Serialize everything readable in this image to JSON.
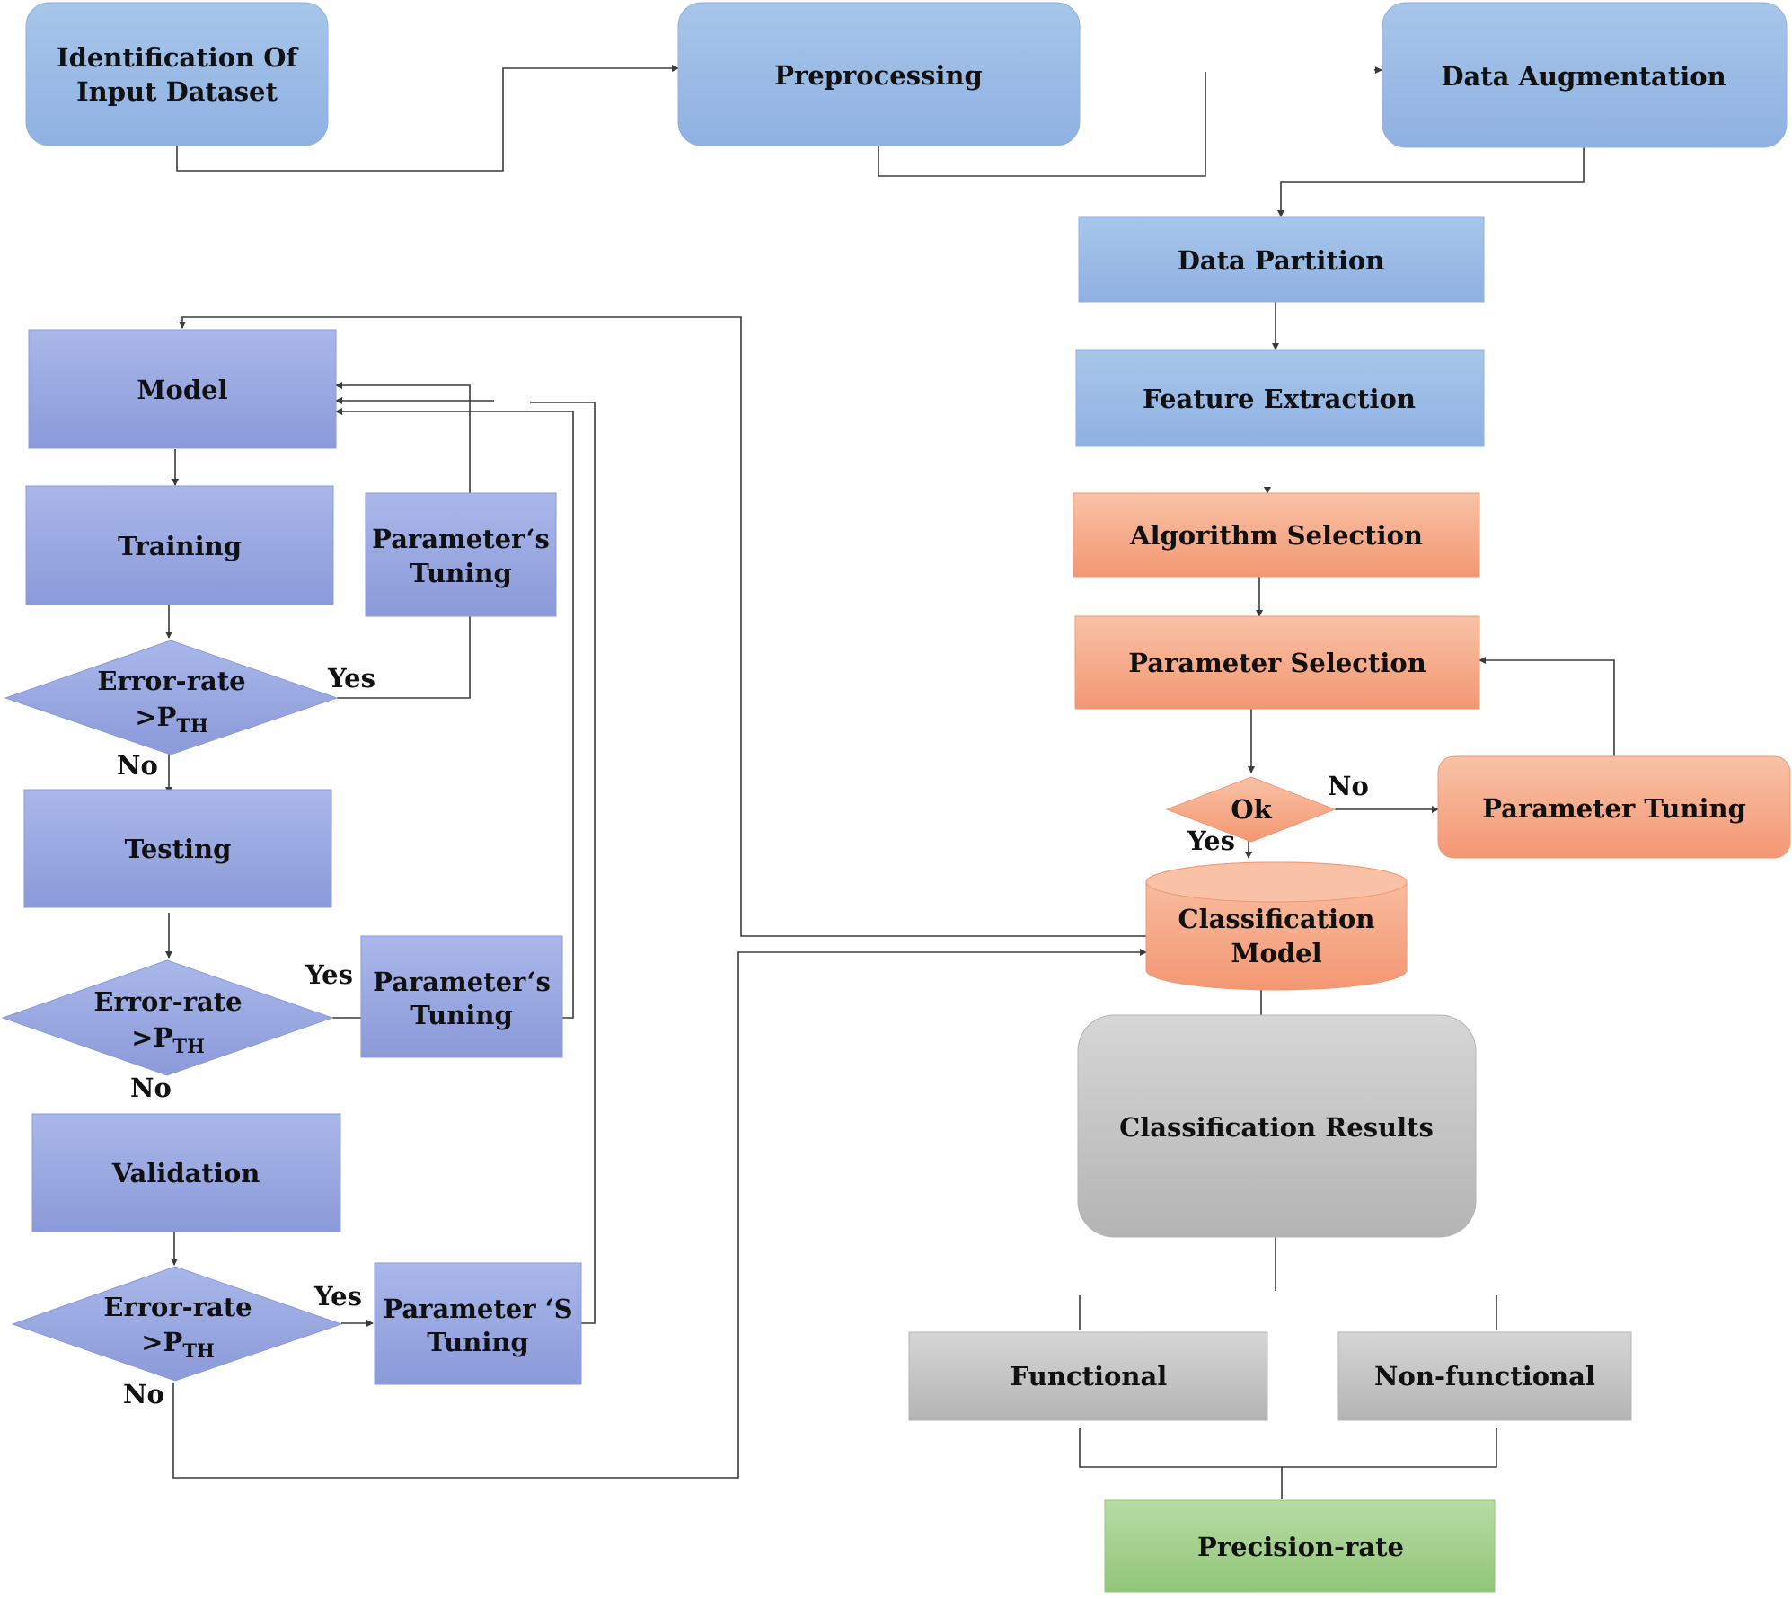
{
  "colors": {
    "blue_light": "#a7c6ea",
    "blue_dark": "#8fb1e2",
    "purple_light": "#a9b7ea",
    "purple_dark": "#8b9ad9",
    "orange_light": "#f9c2a6",
    "orange_dark": "#f39773",
    "gray_light": "#d6d6d6",
    "gray_dark": "#b4b4b4",
    "green_light": "#b7dba4",
    "green_dark": "#92c67a",
    "line": "#3a3a3a"
  },
  "nodes": {
    "identification": {
      "line1": "Identification Of",
      "line2": "Input Dataset"
    },
    "preprocessing": {
      "label": "Preprocessing"
    },
    "augmentation": {
      "label": "Data Augmentation"
    },
    "partition": {
      "label": "Data Partition"
    },
    "feature": {
      "label": "Feature Extraction"
    },
    "algorithm": {
      "label": "Algorithm Selection"
    },
    "param_selection": {
      "label": "Parameter Selection"
    },
    "ok": {
      "label": "Ok"
    },
    "param_tuning_right": {
      "label": "Parameter Tuning"
    },
    "classification_model": {
      "line1": "Classification",
      "line2": "Model"
    },
    "classification_results": {
      "label": "Classification Results"
    },
    "functional": {
      "label": "Functional"
    },
    "nonfunctional": {
      "label": "Non-functional"
    },
    "precision": {
      "label": "Precision-rate"
    },
    "model": {
      "label": "Model"
    },
    "training": {
      "label": "Training"
    },
    "tuning1": {
      "line1": "Parameter‘s",
      "line2": "Tuning"
    },
    "error1": {
      "line1": "Error-rate",
      "prefix": ">P",
      "subscript": "TH"
    },
    "testing": {
      "label": "Testing"
    },
    "tuning2": {
      "line1": "Parameter‘s",
      "line2": "Tuning"
    },
    "error2": {
      "line1": "Error-rate",
      "prefix": ">P",
      "subscript": "TH"
    },
    "validation": {
      "label": "Validation"
    },
    "tuning3": {
      "line1": "Parameter ‘S",
      "line2": "Tuning"
    },
    "error3": {
      "line1": "Error-rate",
      "prefix": ">P",
      "subscript": "TH"
    }
  },
  "edge_labels": {
    "error1_yes": "Yes",
    "error1_no": "No",
    "error2_yes": "Yes",
    "error2_no": "No",
    "error3_yes": "Yes",
    "error3_no": "No",
    "ok_no": "No",
    "ok_yes": "Yes"
  }
}
